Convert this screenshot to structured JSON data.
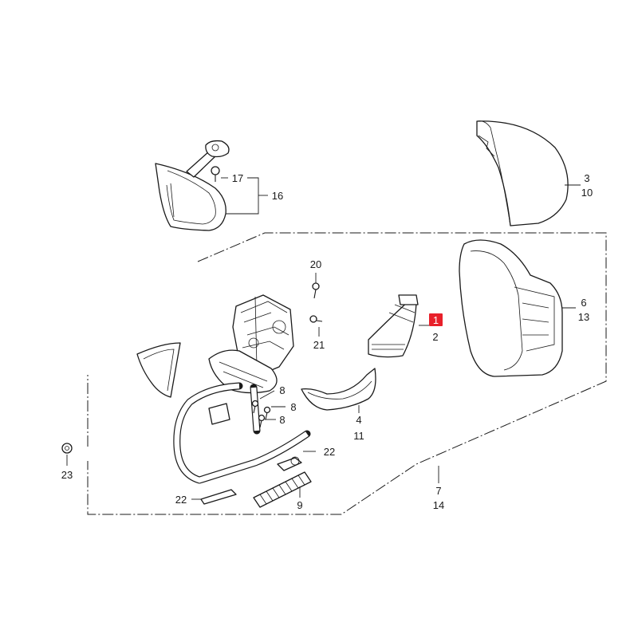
{
  "labels": {
    "p1": "1",
    "p2": "2",
    "p3": "3",
    "p4": "4",
    "p6": "6",
    "p7": "7",
    "p8a": "8",
    "p8b": "8",
    "p8c": "8",
    "p9": "9",
    "p10": "10",
    "p11": "11",
    "p13": "13",
    "p14": "14",
    "p16": "16",
    "p17": "17",
    "p20": "20",
    "p21": "21",
    "p22a": "22",
    "p22b": "22",
    "p23": "23"
  },
  "colors": {
    "line": "#1a1a1a",
    "highlight": "#e8202a",
    "highlight_text": "#ffffff",
    "background": "#ffffff"
  }
}
